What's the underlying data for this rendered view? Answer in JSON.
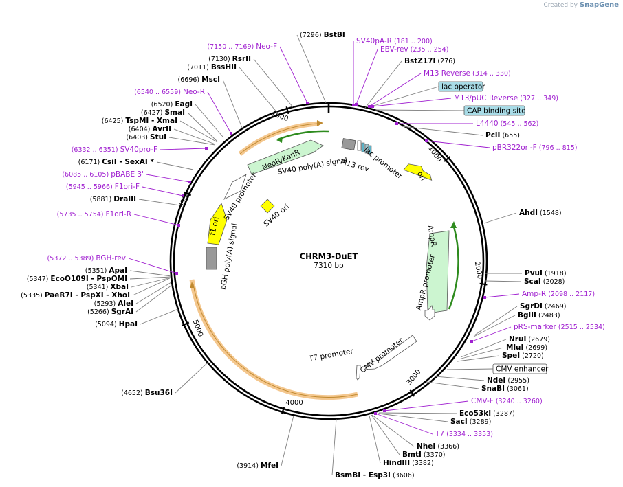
{
  "credit": {
    "prefix": "Created by",
    "brand": "SnapGene"
  },
  "plasmid": {
    "name": "CHRM3-DuET",
    "length_label": "7310 bp",
    "length": 7310
  },
  "ticks": [
    "1000",
    "2000",
    "3000",
    "4000",
    "5000",
    "6000",
    "7000"
  ],
  "features": [
    {
      "label": "ori",
      "type": "origin",
      "color": "#ffff00"
    },
    {
      "label": "AmpR",
      "type": "cds",
      "color": "#ccf5d0"
    },
    {
      "label": "AmpR promoter",
      "type": "promoter",
      "color": "#ffffff"
    },
    {
      "label": "CMV promoter",
      "type": "promoter",
      "color": "#ffffff"
    },
    {
      "label": "T7 promoter",
      "type": "promoter",
      "color": "#ffffff"
    },
    {
      "label": "bGH poly(A) signal",
      "type": "terminator",
      "color": "#999999"
    },
    {
      "label": "f1 ori",
      "type": "origin",
      "color": "#ffff00"
    },
    {
      "label": "SV40 promoter",
      "type": "promoter",
      "color": "#ffffff"
    },
    {
      "label": "SV40 ori",
      "type": "origin",
      "color": "#ffff00"
    },
    {
      "label": "NeoR/KanR",
      "type": "cds",
      "color": "#ccf5d0"
    },
    {
      "label": "SV40 poly(A) signal",
      "type": "terminator",
      "color": "#999999"
    },
    {
      "label": "M13 rev",
      "type": "primer_bind",
      "color": "#ffffff"
    },
    {
      "label": "lac promoter",
      "type": "promoter",
      "color": "#ffffff"
    }
  ],
  "boxed_labels": [
    {
      "label": "lac operator",
      "fill": "#a8dbe6"
    },
    {
      "label": "CAP binding site",
      "fill": "#a8dbe6"
    },
    {
      "label": "CMV enhancer",
      "fill": "#ffffff"
    }
  ],
  "sites": [
    {
      "name": "BstBI",
      "pos": "(7296)",
      "kind": "enzyme"
    },
    {
      "name": "SV40pA-R",
      "pos": "(181 .. 200)",
      "kind": "primer"
    },
    {
      "name": "EBV-rev",
      "pos": "(235 .. 254)",
      "kind": "primer"
    },
    {
      "name": "BstZ17I",
      "pos": "(276)",
      "kind": "enzyme"
    },
    {
      "name": "M13 Reverse",
      "pos": "(314 .. 330)",
      "kind": "primer"
    },
    {
      "name": "M13/pUC Reverse",
      "pos": "(327 .. 349)",
      "kind": "primer"
    },
    {
      "name": "L4440",
      "pos": "(545 .. 562)",
      "kind": "primer"
    },
    {
      "name": "PciI",
      "pos": "(655)",
      "kind": "enzyme"
    },
    {
      "name": "pBR322ori-F",
      "pos": "(796 .. 815)",
      "kind": "primer"
    },
    {
      "name": "AhdI",
      "pos": "(1548)",
      "kind": "enzyme"
    },
    {
      "name": "PvuI",
      "pos": "(1918)",
      "kind": "enzyme"
    },
    {
      "name": "ScaI",
      "pos": "(2028)",
      "kind": "enzyme"
    },
    {
      "name": "Amp-R",
      "pos": "(2098 .. 2117)",
      "kind": "primer"
    },
    {
      "name": "SgrDI",
      "pos": "(2469)",
      "kind": "enzyme"
    },
    {
      "name": "BglII",
      "pos": "(2483)",
      "kind": "enzyme"
    },
    {
      "name": "pRS-marker",
      "pos": "(2515 .. 2534)",
      "kind": "primer"
    },
    {
      "name": "NruI",
      "pos": "(2679)",
      "kind": "enzyme"
    },
    {
      "name": "MluI",
      "pos": "(2699)",
      "kind": "enzyme"
    },
    {
      "name": "SpeI",
      "pos": "(2720)",
      "kind": "enzyme"
    },
    {
      "name": "NdeI",
      "pos": "(2955)",
      "kind": "enzyme"
    },
    {
      "name": "SnaBI",
      "pos": "(3061)",
      "kind": "enzyme"
    },
    {
      "name": "CMV-F",
      "pos": "(3240 .. 3260)",
      "kind": "primer"
    },
    {
      "name": "Eco53kI",
      "pos": "(3287)",
      "kind": "enzyme"
    },
    {
      "name": "SacI",
      "pos": "(3289)",
      "kind": "enzyme"
    },
    {
      "name": "T7",
      "pos": "(3334 .. 3353)",
      "kind": "primer"
    },
    {
      "name": "NheI",
      "pos": "(3366)",
      "kind": "enzyme"
    },
    {
      "name": "BmtI",
      "pos": "(3370)",
      "kind": "enzyme"
    },
    {
      "name": "HindIII",
      "pos": "(3382)",
      "kind": "enzyme"
    },
    {
      "name": "BsmBI - Esp3I",
      "pos": "(3606)",
      "kind": "enzyme"
    },
    {
      "name": "MfeI",
      "pos": "(3914)",
      "kind": "enzyme"
    },
    {
      "name": "Bsu36I",
      "pos": "(4652)",
      "kind": "enzyme"
    },
    {
      "name": "HpaI",
      "pos": "(5094)",
      "kind": "enzyme"
    },
    {
      "name": "SgrAI",
      "pos": "(5266)",
      "kind": "enzyme"
    },
    {
      "name": "AleI",
      "pos": "(5293)",
      "kind": "enzyme"
    },
    {
      "name": "PaeR7I - PspXI - XhoI",
      "pos": "(5335)",
      "kind": "enzyme"
    },
    {
      "name": "XbaI",
      "pos": "(5341)",
      "kind": "enzyme"
    },
    {
      "name": "EcoO109I - PspOMI",
      "pos": "(5347)",
      "kind": "enzyme"
    },
    {
      "name": "ApaI",
      "pos": "(5351)",
      "kind": "enzyme"
    },
    {
      "name": "BGH-rev",
      "pos": "(5372 .. 5389)",
      "kind": "primer"
    },
    {
      "name": "F1ori-R",
      "pos": "(5735 .. 5754)",
      "kind": "primer"
    },
    {
      "name": "DraIII",
      "pos": "(5881)",
      "kind": "enzyme"
    },
    {
      "name": "F1ori-F",
      "pos": "(5945 .. 5966)",
      "kind": "primer"
    },
    {
      "name": "pBABE 3'",
      "pos": "(6085 .. 6105)",
      "kind": "primer"
    },
    {
      "name": "CsiI - SexAI *",
      "pos": "(6171)",
      "kind": "enzyme"
    },
    {
      "name": "SV40pro-F",
      "pos": "(6332 .. 6351)",
      "kind": "primer"
    },
    {
      "name": "StuI",
      "pos": "(6403)",
      "kind": "enzyme"
    },
    {
      "name": "AvrII",
      "pos": "(6404)",
      "kind": "enzyme"
    },
    {
      "name": "TspMI - XmaI",
      "pos": "(6425)",
      "kind": "enzyme"
    },
    {
      "name": "SmaI",
      "pos": "(6427)",
      "kind": "enzyme"
    },
    {
      "name": "EagI",
      "pos": "(6520)",
      "kind": "enzyme"
    },
    {
      "name": "Neo-R",
      "pos": "(6540 .. 6559)",
      "kind": "primer"
    },
    {
      "name": "MscI",
      "pos": "(6696)",
      "kind": "enzyme"
    },
    {
      "name": "BssHII",
      "pos": "(7011)",
      "kind": "enzyme"
    },
    {
      "name": "RsrII",
      "pos": "(7130)",
      "kind": "enzyme"
    },
    {
      "name": "Neo-F",
      "pos": "(7150 .. 7169)",
      "kind": "primer"
    }
  ],
  "colors": {
    "backbone": "#000000",
    "primer": "#a020d0",
    "leader": "#808080",
    "orf": "#f4c78e",
    "orf_line": "#c08a30",
    "green_strand": "#2e8b1e"
  }
}
